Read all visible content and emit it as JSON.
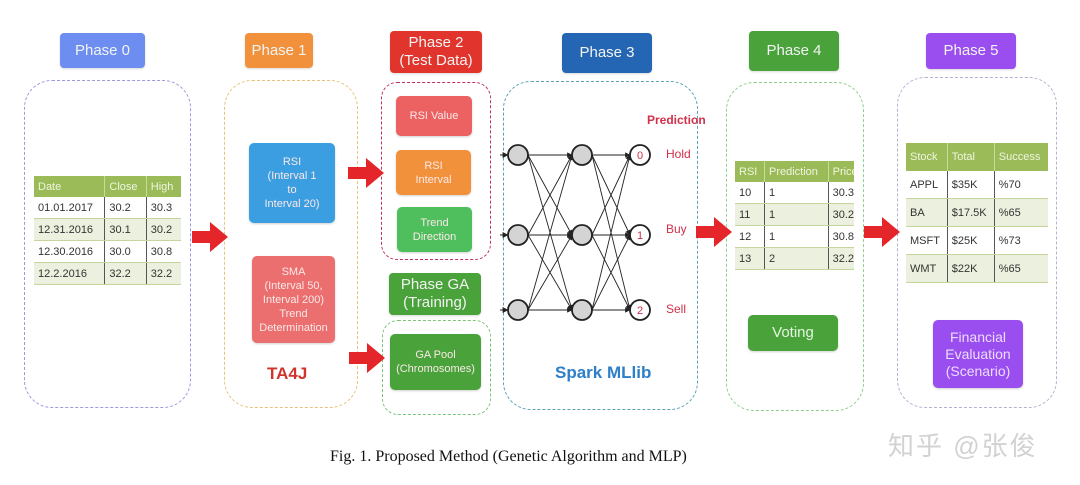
{
  "phases": [
    {
      "id": "phase0",
      "label": "Phase 0",
      "color": "#6d8ef0"
    },
    {
      "id": "phase1",
      "label": "Phase 1",
      "color": "#f2913b"
    },
    {
      "id": "phase2",
      "label": "Phase 2\n(Test Data)",
      "color": "#e0342c"
    },
    {
      "id": "phase3",
      "label": "Phase 3",
      "color": "#2466b4"
    },
    {
      "id": "phase4",
      "label": "Phase 4",
      "color": "#4aa23a"
    },
    {
      "id": "phase5",
      "label": "Phase 5",
      "color": "#9b4ef0"
    },
    {
      "id": "phaseGA",
      "label": "Phase GA\n(Training)",
      "color": "#4aa23a"
    }
  ],
  "phase0_table": {
    "headers": [
      "Date",
      "Close",
      "High"
    ],
    "rows": [
      [
        "01.01.2017",
        "30.2",
        "30.3"
      ],
      [
        "12.31.2016",
        "30.1",
        "30.2"
      ],
      [
        "12.30.2016",
        "30.0",
        "30.8"
      ],
      [
        "12.2.2016",
        "32.2",
        "32.2"
      ]
    ]
  },
  "phase1": {
    "rsi_box": "RSI\n(Interval 1\nto\nInterval 20)",
    "sma_box": "SMA\n(Interval 50,\nInterval 200)\nTrend\nDetermination",
    "library": "TA4J"
  },
  "phase2": {
    "boxes": [
      "RSI Value",
      "RSI\nInterval",
      "Trend\nDirection"
    ]
  },
  "phase_ga": {
    "pool_box": "GA Pool\n(Chromosomes)"
  },
  "phase3": {
    "prediction_title": "Prediction",
    "outputs": [
      {
        "index": "0",
        "label": "Hold"
      },
      {
        "index": "1",
        "label": "Buy"
      },
      {
        "index": "2",
        "label": "Sell"
      }
    ],
    "library": "Spark MLlib"
  },
  "phase4_table": {
    "headers": [
      "RSI",
      "Prediction",
      "Price"
    ],
    "rows": [
      [
        "10",
        "1",
        "30.3"
      ],
      [
        "11",
        "1",
        "30.2"
      ],
      [
        "12",
        "1",
        "30.8"
      ],
      [
        "13",
        "2",
        "32.2"
      ]
    ],
    "voting_button": "Voting"
  },
  "phase5_table": {
    "headers": [
      "Stock",
      "Total",
      "Success"
    ],
    "rows": [
      [
        "APPL",
        "$35K",
        "%70"
      ],
      [
        "BA",
        "$17.5K",
        "%65"
      ],
      [
        "MSFT",
        "$25K",
        "%73"
      ],
      [
        "WMT",
        "$22K",
        "%65"
      ]
    ],
    "evaluation_box": "Financial\nEvaluation\n(Scenario)"
  },
  "caption": "Fig. 1. Proposed Method (Genetic Algorithm and MLP)",
  "watermark": "知乎 @张俊",
  "colors": {
    "arrow": "#e4262b",
    "table_header": "#9bbb59",
    "rsi_blue": "#3a9ee0",
    "sma_red": "#ec6f6f",
    "rsi_value": "#ec6262",
    "rsi_interval": "#f2913b",
    "trend_direction": "#4fbf5e",
    "ga_green": "#4aa23a",
    "purple": "#9b4ef0",
    "prediction_red": "#d0304a",
    "spark_blue": "#2c7fc8"
  }
}
